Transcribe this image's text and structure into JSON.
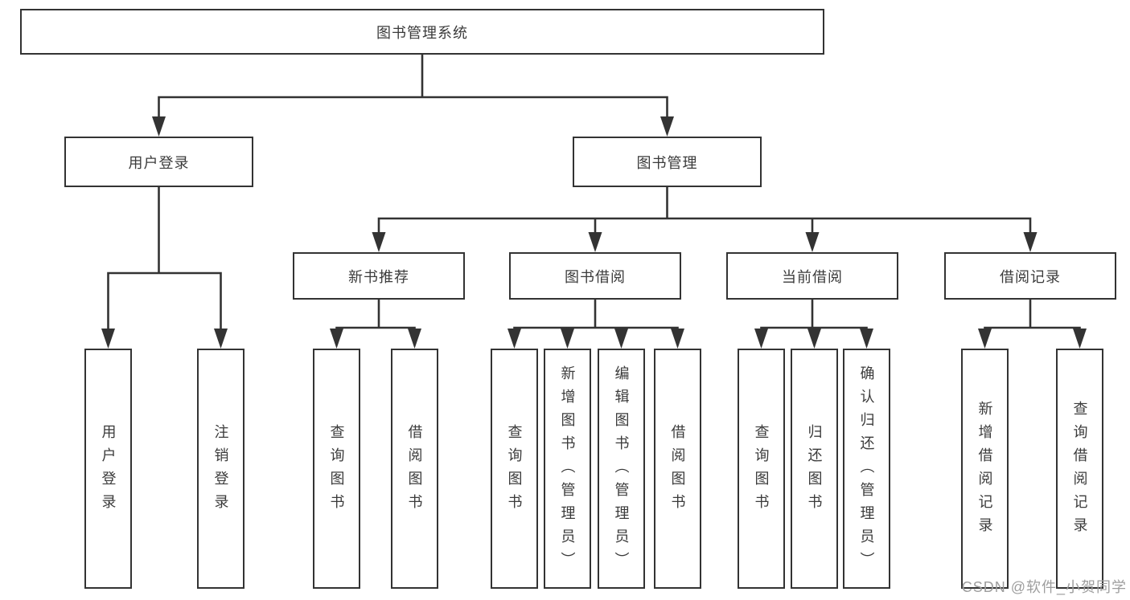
{
  "colors": {
    "line": "#333333",
    "node_border": "#333333",
    "node_text": "#3b3b3b",
    "background": "#ffffff",
    "watermark_text_color": "#9e9e9e"
  },
  "watermark": {
    "text": "CSDN @软件_小贺同学"
  },
  "tree": {
    "root": {
      "label": "图书管理系统"
    },
    "children": [
      {
        "label": "用户登录",
        "children": [
          {
            "label": "用户登录"
          },
          {
            "label": "注销登录"
          }
        ]
      },
      {
        "label": "图书管理",
        "children": [
          {
            "label": "新书推荐",
            "children": [
              {
                "label": "查询图书"
              },
              {
                "label": "借阅图书"
              }
            ]
          },
          {
            "label": "图书借阅",
            "children": [
              {
                "label": "查询图书"
              },
              {
                "label": "新增图书（管理员）"
              },
              {
                "label": "编辑图书（管理员）"
              },
              {
                "label": "借阅图书"
              }
            ]
          },
          {
            "label": "当前借阅",
            "children": [
              {
                "label": "查询图书"
              },
              {
                "label": "归还图书"
              },
              {
                "label": "确认归还（管理员）"
              }
            ]
          },
          {
            "label": "借阅记录",
            "children": [
              {
                "label": "新增借阅记录"
              },
              {
                "label": "查询借阅记录"
              }
            ]
          }
        ]
      }
    ]
  }
}
